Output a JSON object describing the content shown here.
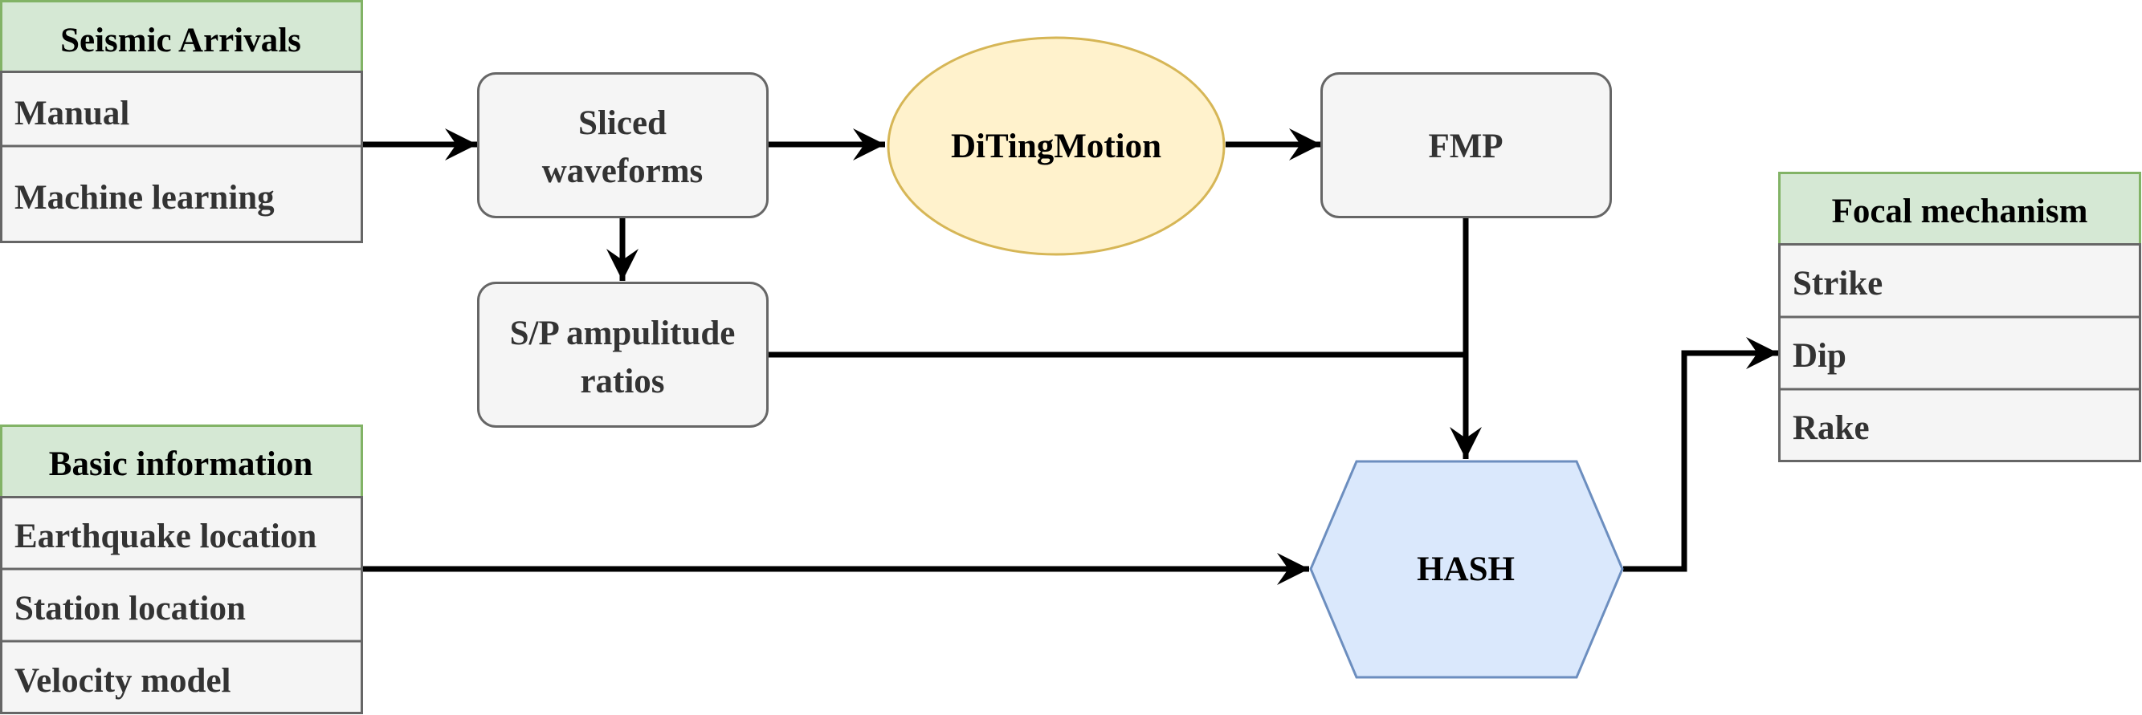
{
  "seismic_arrivals": {
    "header": "Seismic Arrivals",
    "items": [
      "Manual",
      "Machine learning"
    ]
  },
  "basic_information": {
    "header": "Basic information",
    "items": [
      "Earthquake location",
      "Station location",
      "Velocity model"
    ]
  },
  "focal_mechanism": {
    "header": "Focal mechanism",
    "items": [
      "Strike",
      "Dip",
      "Rake"
    ]
  },
  "nodes": {
    "sliced_waveforms": [
      "Sliced",
      "waveforms"
    ],
    "sp_ratios": [
      "S/P ampulitude",
      "ratios"
    ],
    "ditingmotion": "DiTingMotion",
    "fmp": "FMP",
    "hash": "HASH"
  },
  "colors": {
    "header_fill": "#d5e8d4",
    "header_stroke": "#82b366",
    "row_fill": "#f5f5f5",
    "row_stroke": "#666666",
    "ellipse_fill": "#fff2cc",
    "ellipse_stroke": "#d6b656",
    "hexagon_fill": "#dae8fc",
    "hexagon_stroke": "#6c8ebf",
    "arrow": "#000000",
    "text_dark": "#333333",
    "text_black": "#000000"
  }
}
